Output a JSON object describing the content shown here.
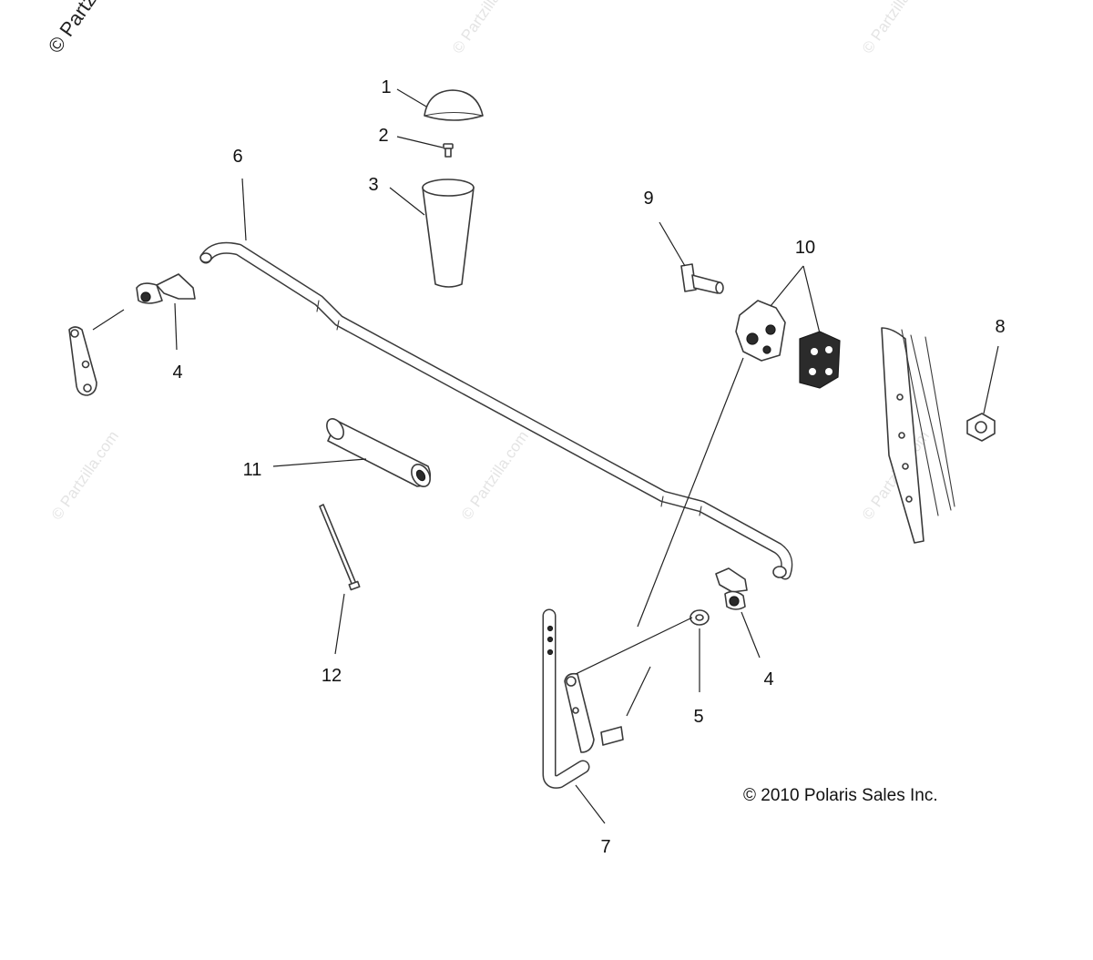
{
  "watermark": {
    "corner": "© Partz",
    "repeat": "© Partzilla.com"
  },
  "callouts": {
    "c1": "1",
    "c2": "2",
    "c3": "3",
    "c4a": "4",
    "c4b": "4",
    "c5": "5",
    "c6": "6",
    "c7": "7",
    "c8": "8",
    "c9": "9",
    "c10": "10",
    "c11": "11",
    "c12": "12"
  },
  "copyright": "© 2010 Polaris Sales Inc."
}
